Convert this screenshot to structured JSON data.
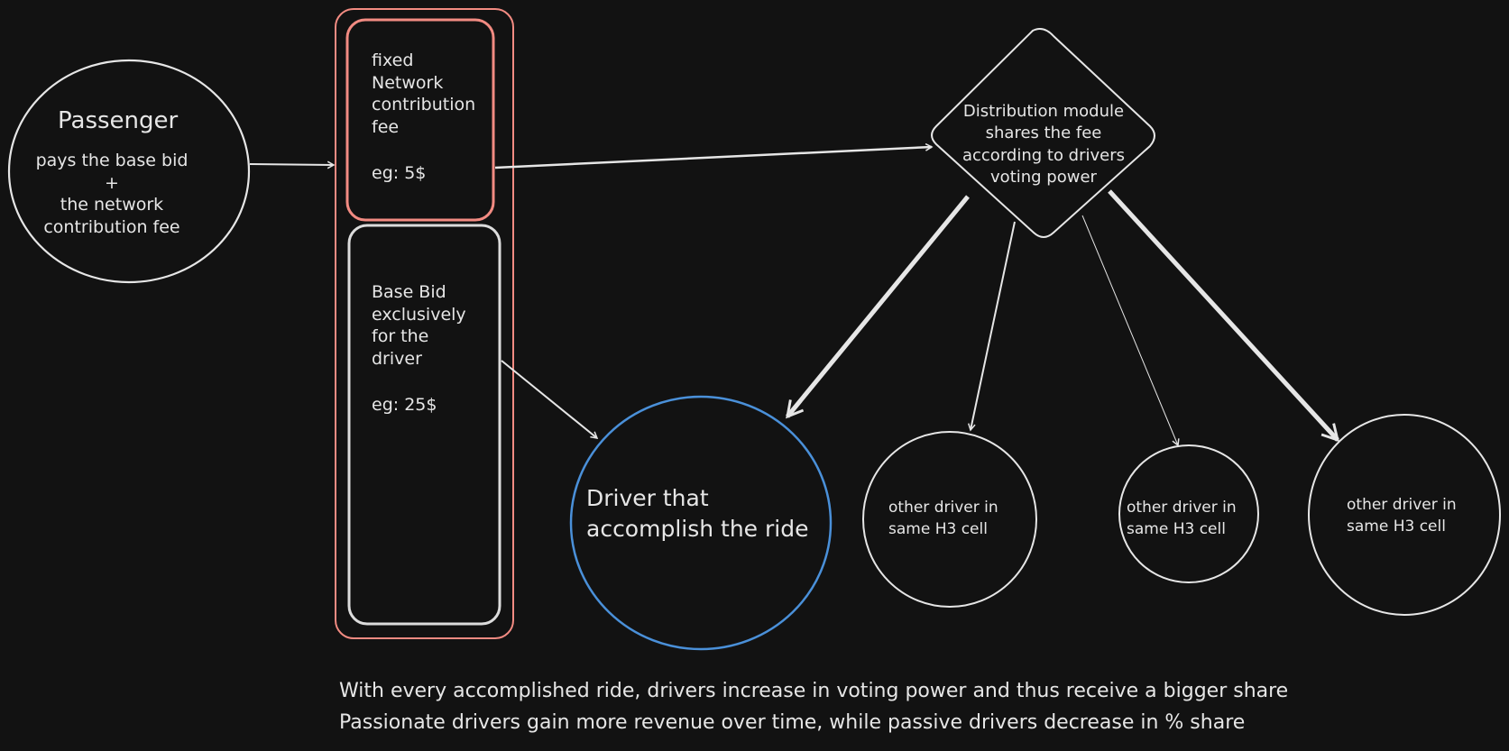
{
  "passenger": {
    "title": "Passenger",
    "desc": "pays the base bid\n+\nthe network\ncontribution fee"
  },
  "fee_box": {
    "text": "fixed\nNetwork\ncontribution\nfee",
    "example": "eg: 5$"
  },
  "bid_box": {
    "text": "Base Bid\nexclusively\nfor the\ndriver",
    "example": "eg: 25$"
  },
  "distribution": {
    "text": "Distribution module\nshares the fee\naccording to drivers\nvoting power"
  },
  "main_driver": {
    "text": "Driver that\naccomplish the ride"
  },
  "other_drivers": [
    {
      "text": "other driver in\nsame H3 cell"
    },
    {
      "text": "other driver in\nsame H3 cell"
    },
    {
      "text": "other driver in\nsame H3 cell"
    }
  ],
  "footer": {
    "line1": "With every accomplished ride, drivers increase in voting power and thus receive a bigger share",
    "line2": "Passionate drivers gain more revenue over time, while passive drivers decrease in % share"
  },
  "colors": {
    "background": "#121212",
    "stroke": "#e6e6e6",
    "fee_border": "#f28b82",
    "driver_border": "#4a90d9"
  }
}
